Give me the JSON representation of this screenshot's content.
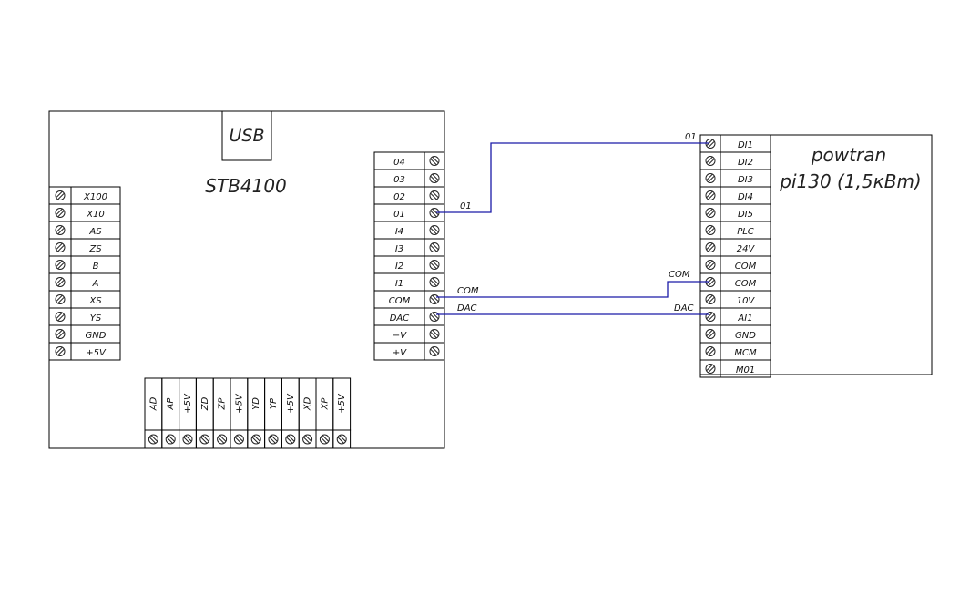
{
  "diagram": {
    "title": "STB4100 to powtran pi130 wiring",
    "wire_color": "#1a1aa8",
    "controller": {
      "name": "STB4100",
      "usb_label": "USB",
      "left_terminals": [
        "X100",
        "X10",
        "AS",
        "ZS",
        "B",
        "A",
        "XS",
        "YS",
        "GND",
        "+5V"
      ],
      "right_terminals": [
        "04",
        "03",
        "02",
        "01",
        "I4",
        "I3",
        "I2",
        "I1",
        "COM",
        "DAC",
        "−V",
        "+V"
      ],
      "bottom_terminals": [
        "AD",
        "AP",
        "+5V",
        "ZD",
        "ZP",
        "+5V",
        "YD",
        "YP",
        "+5V",
        "XD",
        "XP",
        "+5V"
      ]
    },
    "drive": {
      "name_line1": "powtran",
      "name_line2": "pi130 (1,5кВm)",
      "terminals": [
        "DI1",
        "DI2",
        "DI3",
        "DI4",
        "DI5",
        "PLC",
        "24V",
        "COM",
        "COM",
        "10V",
        "AI1",
        "GND",
        "MCM",
        "M01"
      ]
    },
    "connections": [
      {
        "from": "01",
        "to": "DI1",
        "label_start": "01",
        "label_end": "01"
      },
      {
        "from": "COM",
        "to": "COM",
        "label_start": "COM",
        "label_end": "COM"
      },
      {
        "from": "DAC",
        "to": "AI1",
        "label_start": "DAC",
        "label_end": "DAC"
      }
    ]
  }
}
